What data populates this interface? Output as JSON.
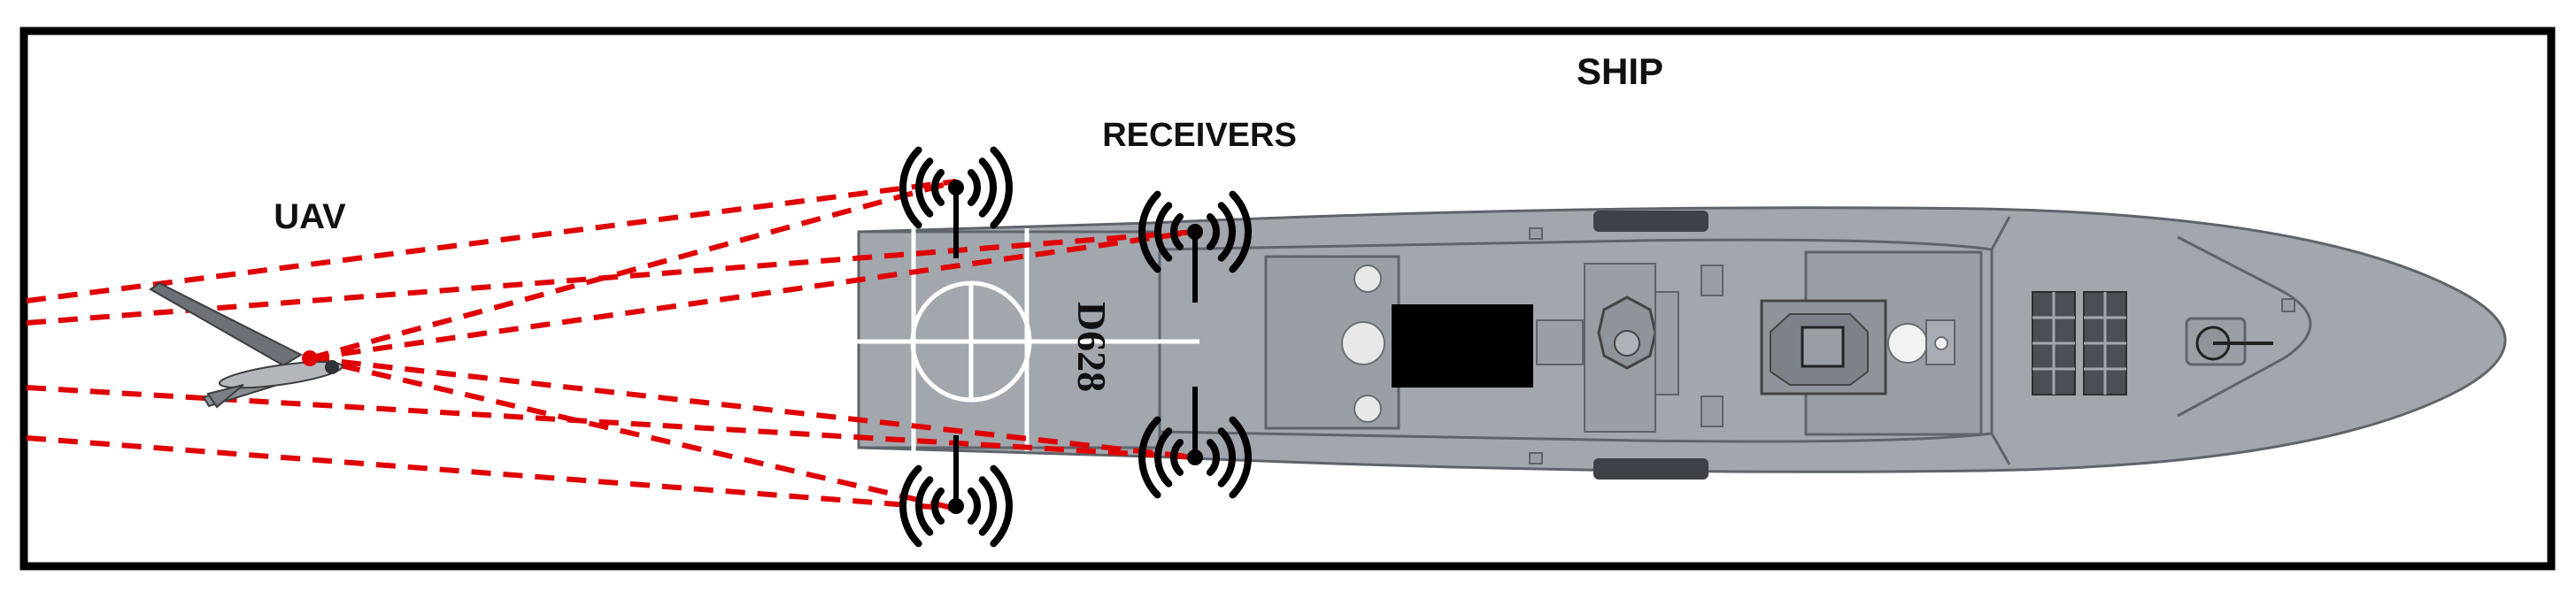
{
  "labels": {
    "ship": "SHIP",
    "receivers": "RECEIVERS",
    "uav": "UAV",
    "hull_number": "D628"
  },
  "colors": {
    "hull": "#a2a7ae",
    "deck_detail": "#8f949b",
    "beam_lines": "#e00000",
    "frame": "#000000",
    "helipad_marking": "#ffffff"
  },
  "icons": {
    "receiver": "antenna-signal-icon",
    "uav": "uav-aircraft-icon"
  }
}
